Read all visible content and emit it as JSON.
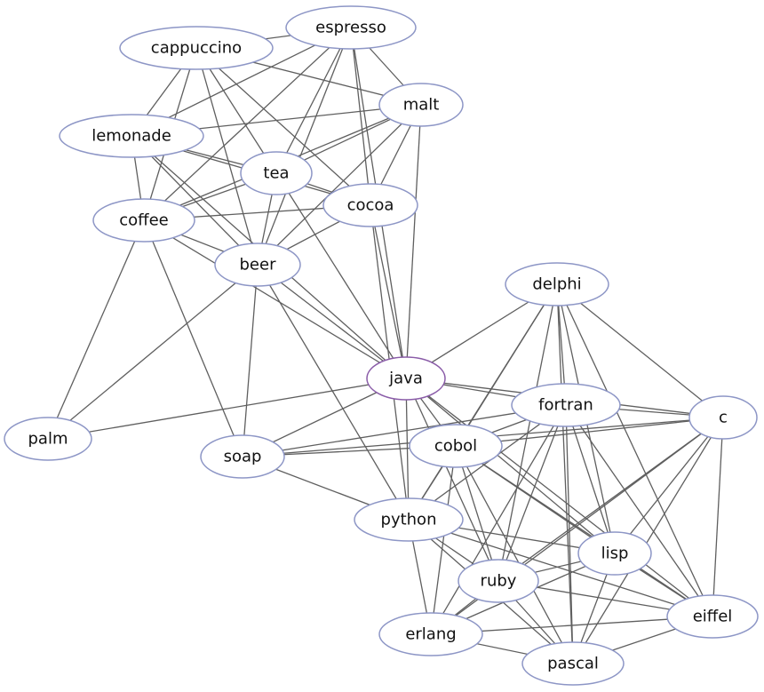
{
  "graph": {
    "highlight_color": "#8a5ca8",
    "node_color": "#8d96c6",
    "edge_color": "#5f5f5f",
    "nodes": [
      {
        "id": "espresso",
        "label": "espresso"
      },
      {
        "id": "cappuccino",
        "label": "cappuccino"
      },
      {
        "id": "malt",
        "label": "malt"
      },
      {
        "id": "lemonade",
        "label": "lemonade"
      },
      {
        "id": "tea",
        "label": "tea"
      },
      {
        "id": "cocoa",
        "label": "cocoa"
      },
      {
        "id": "coffee",
        "label": "coffee"
      },
      {
        "id": "beer",
        "label": "beer"
      },
      {
        "id": "delphi",
        "label": "delphi"
      },
      {
        "id": "java",
        "label": "java",
        "highlighted": true
      },
      {
        "id": "fortran",
        "label": "fortran"
      },
      {
        "id": "c",
        "label": "c"
      },
      {
        "id": "palm",
        "label": "palm"
      },
      {
        "id": "soap",
        "label": "soap"
      },
      {
        "id": "cobol",
        "label": "cobol"
      },
      {
        "id": "python",
        "label": "python"
      },
      {
        "id": "lisp",
        "label": "lisp"
      },
      {
        "id": "ruby",
        "label": "ruby"
      },
      {
        "id": "eiffel",
        "label": "eiffel"
      },
      {
        "id": "erlang",
        "label": "erlang"
      },
      {
        "id": "pascal",
        "label": "pascal"
      }
    ],
    "edges": [
      [
        "espresso",
        "cappuccino"
      ],
      [
        "espresso",
        "malt"
      ],
      [
        "espresso",
        "lemonade"
      ],
      [
        "espresso",
        "tea"
      ],
      [
        "espresso",
        "cocoa"
      ],
      [
        "espresso",
        "coffee"
      ],
      [
        "espresso",
        "beer"
      ],
      [
        "espresso",
        "java"
      ],
      [
        "cappuccino",
        "malt"
      ],
      [
        "cappuccino",
        "lemonade"
      ],
      [
        "cappuccino",
        "tea"
      ],
      [
        "cappuccino",
        "cocoa"
      ],
      [
        "cappuccino",
        "coffee"
      ],
      [
        "cappuccino",
        "beer"
      ],
      [
        "malt",
        "lemonade"
      ],
      [
        "malt",
        "tea"
      ],
      [
        "malt",
        "cocoa"
      ],
      [
        "malt",
        "coffee"
      ],
      [
        "malt",
        "beer"
      ],
      [
        "malt",
        "java"
      ],
      [
        "lemonade",
        "tea"
      ],
      [
        "lemonade",
        "cocoa"
      ],
      [
        "lemonade",
        "coffee"
      ],
      [
        "lemonade",
        "beer"
      ],
      [
        "lemonade",
        "java"
      ],
      [
        "tea",
        "cocoa"
      ],
      [
        "tea",
        "coffee"
      ],
      [
        "tea",
        "beer"
      ],
      [
        "tea",
        "java"
      ],
      [
        "cocoa",
        "coffee"
      ],
      [
        "cocoa",
        "beer"
      ],
      [
        "cocoa",
        "java"
      ],
      [
        "cocoa",
        "python"
      ],
      [
        "coffee",
        "beer"
      ],
      [
        "coffee",
        "java"
      ],
      [
        "coffee",
        "soap"
      ],
      [
        "coffee",
        "palm"
      ],
      [
        "beer",
        "java"
      ],
      [
        "beer",
        "soap"
      ],
      [
        "beer",
        "palm"
      ],
      [
        "beer",
        "python"
      ],
      [
        "java",
        "palm"
      ],
      [
        "java",
        "soap"
      ],
      [
        "java",
        "python"
      ],
      [
        "java",
        "delphi"
      ],
      [
        "java",
        "fortran"
      ],
      [
        "java",
        "c"
      ],
      [
        "java",
        "cobol"
      ],
      [
        "java",
        "lisp"
      ],
      [
        "java",
        "ruby"
      ],
      [
        "java",
        "eiffel"
      ],
      [
        "soap",
        "python"
      ],
      [
        "soap",
        "cobol"
      ],
      [
        "soap",
        "fortran"
      ],
      [
        "soap",
        "c"
      ],
      [
        "delphi",
        "fortran"
      ],
      [
        "delphi",
        "c"
      ],
      [
        "delphi",
        "cobol"
      ],
      [
        "delphi",
        "python"
      ],
      [
        "delphi",
        "lisp"
      ],
      [
        "delphi",
        "ruby"
      ],
      [
        "delphi",
        "eiffel"
      ],
      [
        "delphi",
        "pascal"
      ],
      [
        "fortran",
        "c"
      ],
      [
        "fortran",
        "cobol"
      ],
      [
        "fortran",
        "python"
      ],
      [
        "fortran",
        "lisp"
      ],
      [
        "fortran",
        "ruby"
      ],
      [
        "fortran",
        "eiffel"
      ],
      [
        "fortran",
        "erlang"
      ],
      [
        "fortran",
        "pascal"
      ],
      [
        "c",
        "cobol"
      ],
      [
        "c",
        "lisp"
      ],
      [
        "c",
        "ruby"
      ],
      [
        "c",
        "eiffel"
      ],
      [
        "c",
        "erlang"
      ],
      [
        "c",
        "pascal"
      ],
      [
        "cobol",
        "python"
      ],
      [
        "cobol",
        "lisp"
      ],
      [
        "cobol",
        "ruby"
      ],
      [
        "cobol",
        "eiffel"
      ],
      [
        "cobol",
        "erlang"
      ],
      [
        "cobol",
        "pascal"
      ],
      [
        "python",
        "lisp"
      ],
      [
        "python",
        "ruby"
      ],
      [
        "python",
        "eiffel"
      ],
      [
        "python",
        "erlang"
      ],
      [
        "python",
        "pascal"
      ],
      [
        "lisp",
        "ruby"
      ],
      [
        "lisp",
        "eiffel"
      ],
      [
        "lisp",
        "erlang"
      ],
      [
        "lisp",
        "pascal"
      ],
      [
        "ruby",
        "eiffel"
      ],
      [
        "ruby",
        "erlang"
      ],
      [
        "ruby",
        "pascal"
      ],
      [
        "eiffel",
        "erlang"
      ],
      [
        "eiffel",
        "pascal"
      ],
      [
        "erlang",
        "pascal"
      ]
    ]
  }
}
